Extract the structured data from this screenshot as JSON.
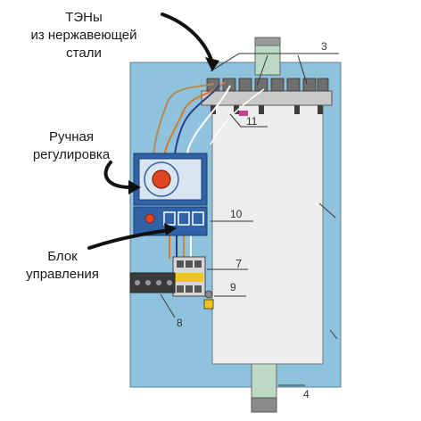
{
  "annotations": {
    "heaters": [
      "ТЭНы",
      "из нержавеющей",
      "стали"
    ],
    "manual_control": [
      "Ручная",
      "регулировка"
    ],
    "control_unit": [
      "Блок",
      "управления"
    ]
  },
  "callouts": [
    "3",
    "11",
    "10",
    "7",
    "9",
    "8",
    "4"
  ],
  "colors": {
    "body": "#8ec2dd",
    "tank": "#ededec",
    "pipe": "#bcd9c3",
    "panel": "#2f62a6",
    "knob": "#e04524"
  }
}
